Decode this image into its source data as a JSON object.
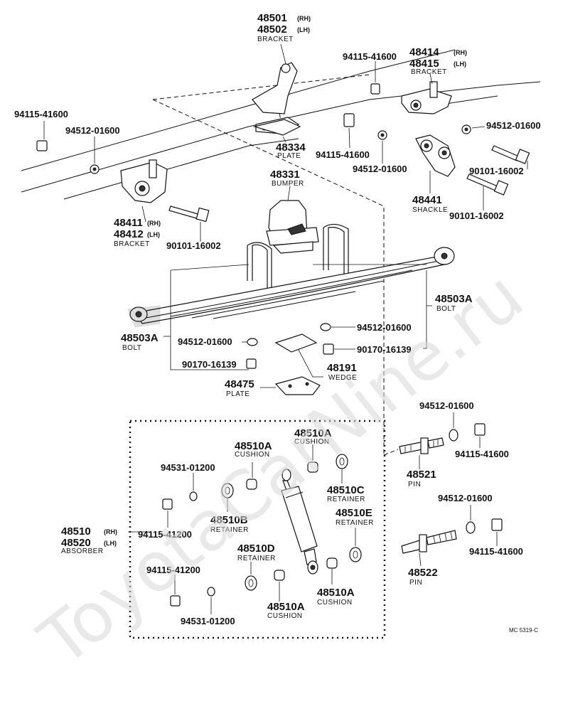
{
  "watermark": "ToyotaCarNine.ru",
  "diagram_code": "MC 5319-C",
  "labels": {
    "p48501": "48501",
    "p48501_side": "(RH)",
    "p48502": "48502",
    "p48502_side": "(LH)",
    "bracket_top": "BRACKET",
    "p94115_41600_a": "94115-41600",
    "p48414": "48414",
    "p48414_side": "(RH)",
    "p48415": "48415",
    "p48415_side": "(LH)",
    "bracket_right": "BRACKET",
    "p94115_41600_b": "94115-41600",
    "p94512_01600_a": "94512-01600",
    "p94512_01600_b": "94512-01600",
    "p48334": "48334",
    "plate_48334": "PLATE",
    "p94115_41600_c": "94115-41600",
    "p94512_01600_c": "94512-01600",
    "p90101_16002_a": "90101-16002",
    "p48331": "48331",
    "bumper": "BUMPER",
    "p48441": "48441",
    "shackle": "SHACKLE",
    "p90101_16002_b": "90101-16002",
    "p48411": "48411",
    "p48411_side": "(RH)",
    "p48412": "48412",
    "p48412_side": "(LH)",
    "bracket_left": "BRACKET",
    "p90101_16002_c": "90101-16002",
    "p48503A_right": "48503A",
    "bolt_right": "BOLT",
    "p48503A_left": "48503A",
    "bolt_left": "BOLT",
    "p94512_01600_d": "94512-01600",
    "p94512_01600_e": "94512-01600",
    "p90170_16139_a": "90170-16139",
    "p90170_16139_b": "90170-16139",
    "p48191": "48191",
    "wedge": "WEDGE",
    "p48475": "48475",
    "plate_48475": "PLATE",
    "p94512_01600_f": "94512-01600",
    "p94115_41600_d": "94115-41600",
    "p48521": "48521",
    "pin_48521": "PIN",
    "p94512_01600_g": "94512-01600",
    "p94115_41600_e": "94115-41600",
    "p48522": "48522",
    "pin_48522": "PIN",
    "p48510A_1": "48510A",
    "cushion_1": "CUSHION",
    "p48510A_2": "48510A",
    "cushion_2": "CUSHION",
    "p94531_01200_a": "94531-01200",
    "p48510C": "48510C",
    "retainer_c": "RETAINER",
    "p94115_41200_a": "94115-41200",
    "p48510B": "48510B",
    "retainer_b": "RETAINER",
    "p48510E": "48510E",
    "retainer_e": "RETAINER",
    "p48510": "48510",
    "p48510_side": "(RH)",
    "p48520": "48520",
    "p48520_side": "(LH)",
    "absorber": "ABSORBER",
    "p48510D": "48510D",
    "retainer_d": "RETAINER",
    "p94115_41200_b": "94115-41200",
    "p48510A_3": "48510A",
    "cushion_3": "CUSHION",
    "p48510A_4": "48510A",
    "cushion_4": "CUSHION",
    "p94531_01200_b": "94531-01200"
  }
}
